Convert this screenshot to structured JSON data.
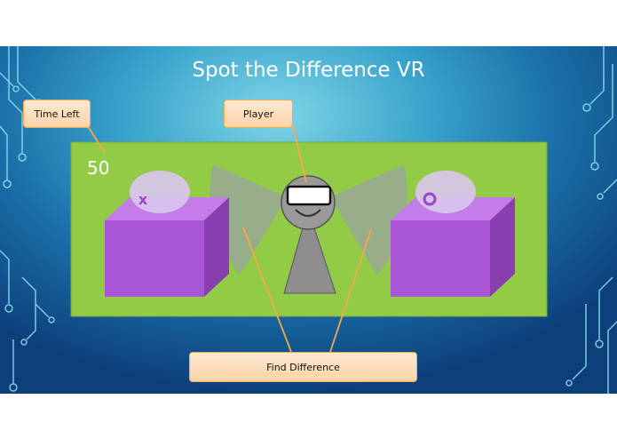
{
  "title": "Spot the Difference VR",
  "callouts": {
    "time_left": "Time Left",
    "player": "Player",
    "find_difference": "Find Difference"
  },
  "timer_value": "50",
  "markers": {
    "left": "x",
    "right": "o"
  },
  "colors": {
    "background_light": "#7fd6e6",
    "background_dark": "#0d3f7a",
    "field": "#92cc47",
    "box_front": "#a855d6",
    "callout_fill": "#fbd3a8",
    "callout_border": "#f5a94a"
  }
}
